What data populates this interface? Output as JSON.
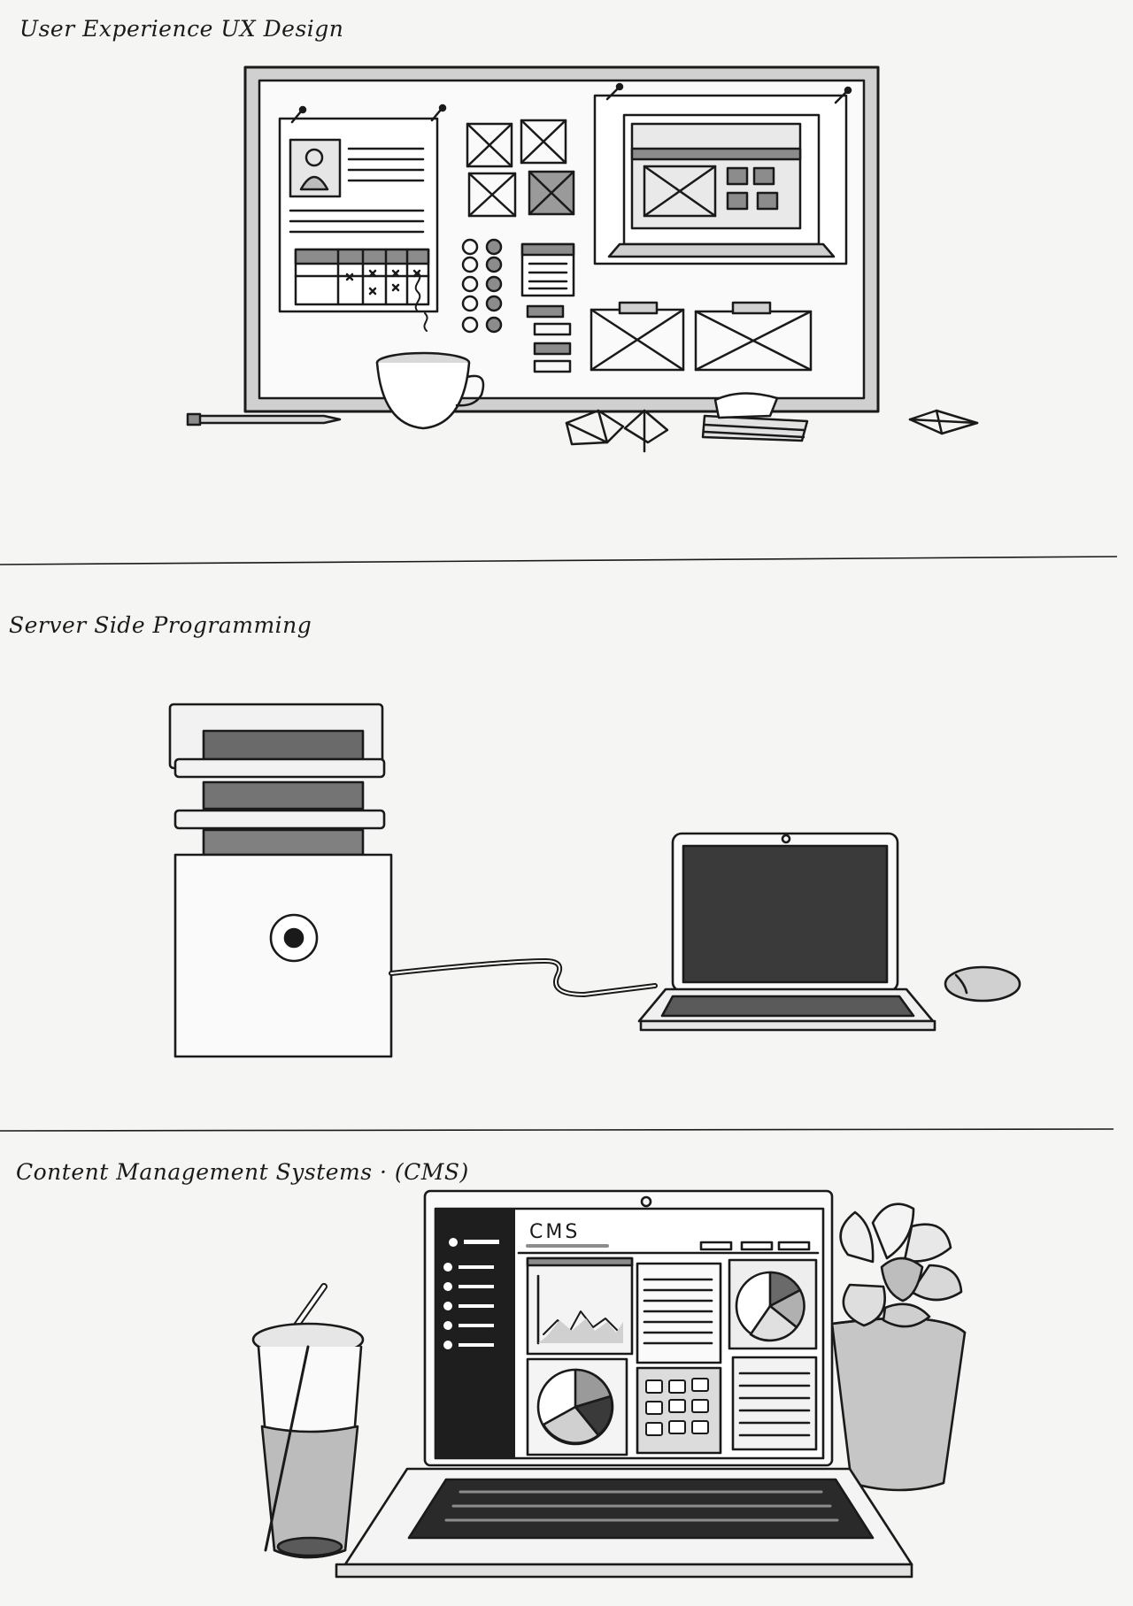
{
  "sections": [
    {
      "caption": "User Experience UX Design"
    },
    {
      "caption": "Server Side Programming"
    },
    {
      "caption": "Content Management Systems · (CMS)"
    }
  ],
  "cms_screen": {
    "label": "CMS"
  },
  "colors": {
    "paper": "#f5f5f4",
    "ink": "#1a1a1a",
    "grey_light": "#c8c8c8",
    "grey_mid": "#8c8c8c",
    "grey_dark": "#4a4a4a"
  }
}
